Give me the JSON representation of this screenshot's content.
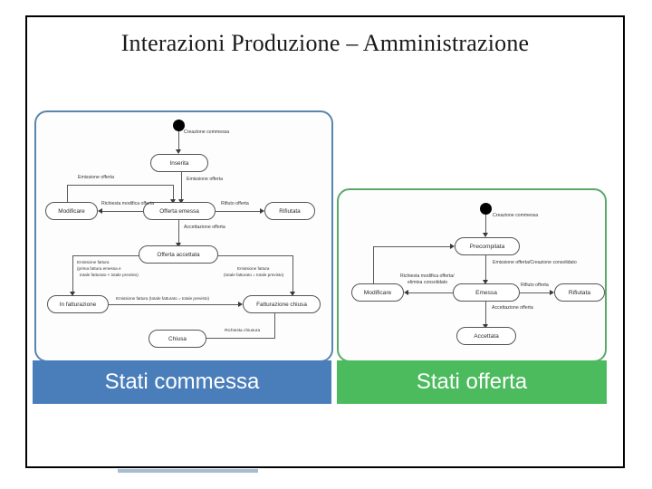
{
  "slide": {
    "title": "Interazioni Produzione – Amministrazione",
    "frame_color": "#000000",
    "background": "#ffffff"
  },
  "panels": [
    {
      "id": "stati-commessa",
      "caption": "Stati commessa",
      "caption_color": "#4a7ebb",
      "border_color": "#5b85ad",
      "diagram_type": "uml-state-diagram",
      "initial_node": "filled-circle",
      "states": [
        "Inserita",
        "Modificare",
        "Offerta emessa",
        "Rifiutata",
        "Offerta accettata",
        "In fatturazione",
        "Fatturazione chiusa",
        "Chiusa"
      ],
      "transitions": [
        {
          "from": "start",
          "to": "Inserita",
          "label": "Creazione commessa"
        },
        {
          "from": "Inserita",
          "to": "Offerta emessa",
          "label": "Emissione offerta"
        },
        {
          "from": "Modificare",
          "to": "Offerta emessa",
          "label": "Emissione offerta"
        },
        {
          "from": "Offerta emessa",
          "to": "Modificare",
          "label": "Richiesta modifica offerta"
        },
        {
          "from": "Offerta emessa",
          "to": "Rifiutata",
          "label": "Rifiuto offerta"
        },
        {
          "from": "Offerta emessa",
          "to": "Offerta accettata",
          "label": "Accettazione offerta"
        },
        {
          "from": "Offerta accettata",
          "to": "In fatturazione",
          "label": "Emissione fattura (prima fattura emessa e totale fatturato < totale previsto)"
        },
        {
          "from": "Offerta accettata",
          "to": "Fatturazione chiusa",
          "label": "Emissione fattura (totale fatturato = totale previsto)"
        },
        {
          "from": "In fatturazione",
          "to": "Fatturazione chiusa",
          "label": "Emissione fattura (totale fatturato = totale previsto)"
        },
        {
          "from": "Fatturazione chiusa",
          "to": "Chiusa",
          "label": "Richiesta chiusura"
        }
      ],
      "edge_labels": {
        "creazione_commessa": "Creazione commessa",
        "emissione_offerta_a": "Emissione offerta",
        "emissione_offerta_b": "Emissione offerta",
        "richiesta_modifica": "Richiesta modifica offerta",
        "rifiuto_offerta": "Rifiuto offerta",
        "accettazione_offerta": "Accettazione offerta",
        "emissione_fattura_prima_1": "Emissione fattura",
        "emissione_fattura_prima_2": "(prima fattura emessa e",
        "emissione_fattura_prima_3": "totale fatturato < totale previsto)",
        "emissione_fattura_chiusa_1": "Emissione fattura",
        "emissione_fattura_chiusa_2": "(totale fatturato = totale previsto)",
        "emissione_fattura_mid": "Emissione fattura (totale fatturato = totale previsto)",
        "richiesta_chiusura": "Richiesta chiusura"
      }
    },
    {
      "id": "stati-offerta",
      "caption": "Stati offerta",
      "caption_color": "#4cbb5e",
      "border_color": "#5aa96a",
      "diagram_type": "uml-state-diagram",
      "initial_node": "filled-circle",
      "states": [
        "Precompilata",
        "Modificare",
        "Emessa",
        "Rifiutata",
        "Accettata"
      ],
      "transitions": [
        {
          "from": "start",
          "to": "Precompilata",
          "label": "Creazione commessa"
        },
        {
          "from": "Precompilata",
          "to": "Emessa",
          "label": "Emissione offerta/Creazione consolidato"
        },
        {
          "from": "Modificare",
          "to": "Precompilata",
          "label": ""
        },
        {
          "from": "Emessa",
          "to": "Modificare",
          "label": "Richiesta modifica offerta/ elimina consolidato"
        },
        {
          "from": "Emessa",
          "to": "Rifiutata",
          "label": "Rifiuto offerta"
        },
        {
          "from": "Emessa",
          "to": "Accettata",
          "label": "Accettazione offerta"
        }
      ],
      "edge_labels": {
        "creazione_commessa": "Creazione commessa",
        "emissione_consolidato": "Emissione offerta/Creazione consolidato",
        "richiesta_modifica_1": "Richiesta modifica offerta/",
        "richiesta_modifica_2": "elimina consolidato",
        "rifiuto_offerta": "Rifiuto offerta",
        "accettazione_offerta": "Accettazione offerta"
      }
    }
  ]
}
